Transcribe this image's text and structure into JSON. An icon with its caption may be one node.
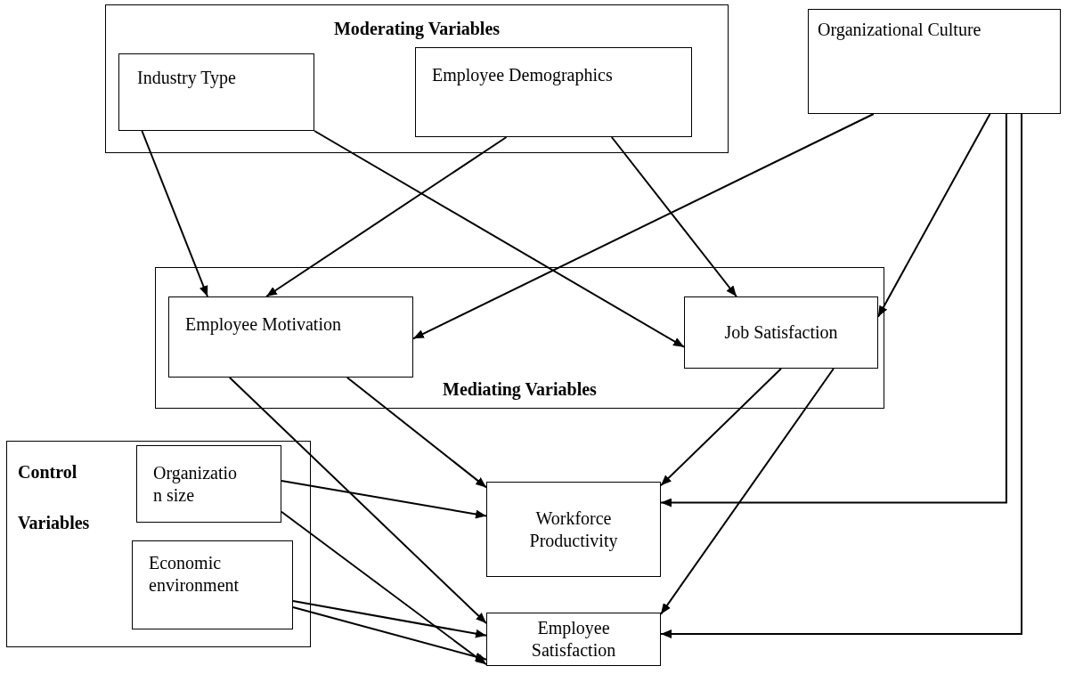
{
  "diagram": {
    "nodes": [
      {
        "text": [
          "Moderating Variables"
        ]
      },
      {
        "text": [
          "Industry Type"
        ],
        "in": 0
      },
      {
        "text": [
          "Employee Demographics"
        ],
        "in": 0
      },
      {
        "text": [
          "Organizational Culture"
        ]
      },
      {
        "text": [
          "Mediating Variables"
        ]
      },
      {
        "text": [
          "Employee Motivation"
        ],
        "in": 4
      },
      {
        "text": [
          "Job Satisfaction"
        ],
        "in": 4
      },
      {
        "text": [
          "Control Variables"
        ]
      },
      {
        "text": [
          "Organizatio n size"
        ],
        "in": 7
      },
      {
        "text": [
          "Economic environment"
        ],
        "in": 7
      },
      {
        "text": [
          "Workforce Productivity"
        ]
      },
      {
        "text": [
          "Employee Satisfaction"
        ]
      }
    ],
    "edges": [
      {
        "from": 1,
        "to": 5,
        "arrow": "to"
      },
      {
        "from": 1,
        "to": 6,
        "arrow": "to"
      },
      {
        "from": 2,
        "to": 5,
        "arrow": "to"
      },
      {
        "from": 2,
        "to": 6,
        "arrow": "to"
      },
      {
        "from": 3,
        "to": 5,
        "arrow": "to"
      },
      {
        "from": 3,
        "to": 6,
        "arrow": "to"
      },
      {
        "from": 3,
        "to": 10,
        "arrow": "to"
      },
      {
        "from": 3,
        "to": 11,
        "arrow": "to"
      },
      {
        "from": 5,
        "to": 10,
        "arrow": "to"
      },
      {
        "from": 5,
        "to": 11,
        "arrow": "to"
      },
      {
        "from": 6,
        "to": 10,
        "arrow": "to"
      },
      {
        "from": 6,
        "to": 11,
        "arrow": "to"
      },
      {
        "from": 8,
        "to": 10,
        "arrow": "to"
      },
      {
        "from": 8,
        "to": 11,
        "arrow": "to"
      },
      {
        "from": 9,
        "to": 11,
        "arrow": "to"
      },
      {
        "from": 9,
        "to": 11,
        "arrow": "to"
      }
    ]
  }
}
